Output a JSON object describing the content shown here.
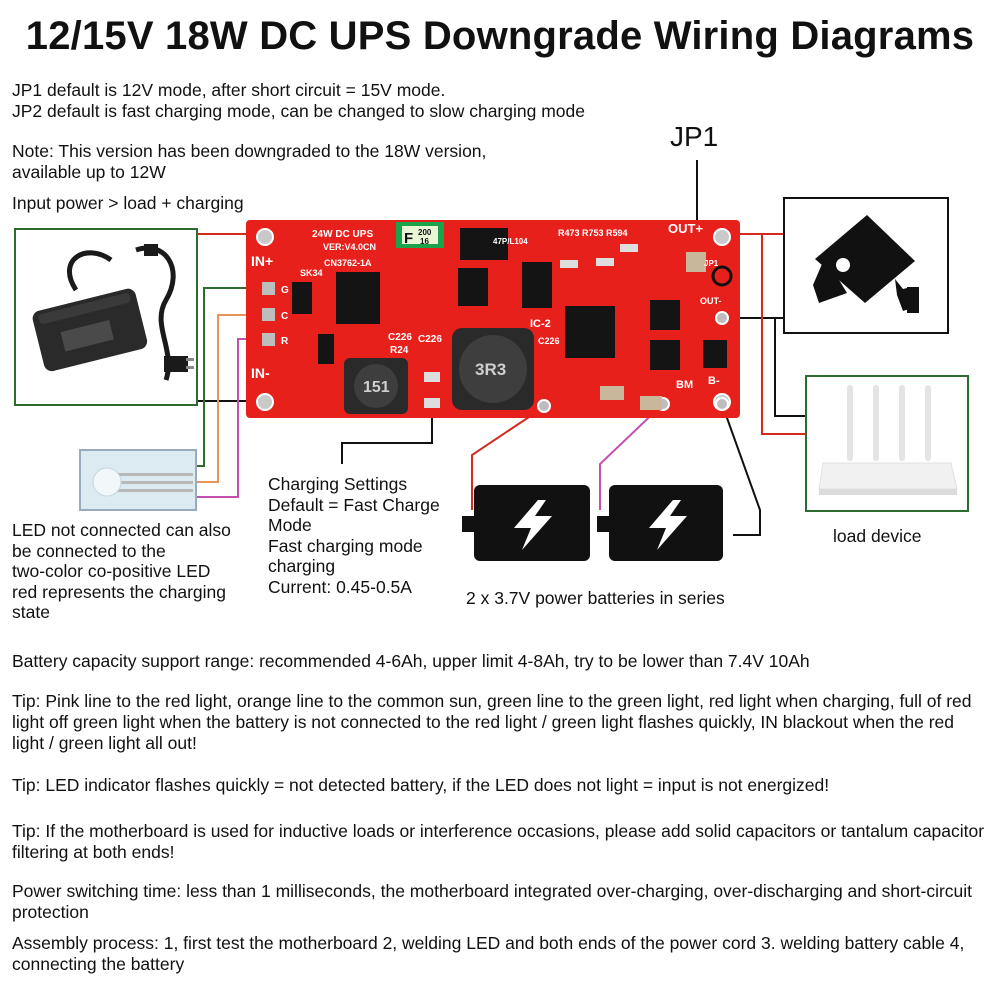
{
  "title": "12/15V 18W  DC UPS Downgrade Wiring Diagrams",
  "intro": {
    "jp1_line": "JP1 default is 12V mode, after short circuit = 15V mode.",
    "jp2_line": "JP2 default is fast charging mode, can be changed to slow charging mode",
    "note": "Note: This version has been downgraded to the 18W version,\navailable up to 12W",
    "input_rule": "Input power > load + charging"
  },
  "jp1_label": "JP1",
  "board": {
    "model": "24W DC UPS",
    "version": "VER:V4.0CN",
    "chip": "CN3762-1A",
    "fuse_top": "200",
    "fuse_bottom": "16",
    "fuse_letter": "F",
    "inductor_left": "151",
    "inductor_right": "3R3",
    "ic2": "IC-2",
    "resistors": "R473 R753 R594",
    "pin_in_plus": "IN+",
    "pin_in_minus": "IN-",
    "pin_g": "G",
    "pin_c": "C",
    "pin_r": "R",
    "pin_out_plus": "OUT+",
    "pin_out_minus": "OUT-",
    "pin_jp1": "JP1",
    "pin_b_minus": "B-",
    "pin_bm": "BM",
    "cap1": "C226",
    "cap2": "C226",
    "cap3": "C226",
    "res_r24": "R24",
    "sk": "SK34",
    "small_label": "47P/L104"
  },
  "led_note": "LED not connected can also\nbe connected to the\ntwo-color co-positive LED\nred represents the charging\nstate",
  "charging": {
    "text": "Charging Settings\nDefault = Fast Charge\nMode\nFast charging mode\ncharging\nCurrent: 0.45-0.5A"
  },
  "batteries_label": "2 x 3.7V power batteries in series",
  "load_label": "load device",
  "notes": [
    "Battery capacity support range: recommended 4-6Ah, upper limit 4-8Ah, try to be lower than 7.4V 10Ah",
    "Tip: Pink line to the red light, orange line to the common sun, green line to the green light, red light when charging, full of red light off green light when the battery is not connected to the red light / green light flashes quickly, IN blackout when the red light / green light all out!",
    "Tip: LED indicator flashes quickly = not detected battery, if the LED does not light = input is not energized!",
    "Tip: If the motherboard is used for inductive loads or interference occasions, please add solid capacitors or tantalum capacitor filtering at both ends!",
    "Power switching time: less than 1 milliseconds, the motherboard integrated over-charging, over-discharging and short-circuit protection",
    "Assembly process: 1, first test the motherboard 2, welding LED and both ends of the power cord 3. welding battery cable 4, connecting the battery"
  ],
  "colors": {
    "board_red": "#e8201c",
    "wire_red": "#d42a1e",
    "wire_green": "#2f6b2f",
    "wire_orange": "#e8925a",
    "wire_pink": "#c34fb1",
    "wire_black": "#111111"
  },
  "icons": {
    "adapter": "power-adapter-icon",
    "camera": "security-camera-icon",
    "router": "wifi-router-icon",
    "battery": "battery-bolt-icon",
    "led": "bicolor-led-icon"
  }
}
